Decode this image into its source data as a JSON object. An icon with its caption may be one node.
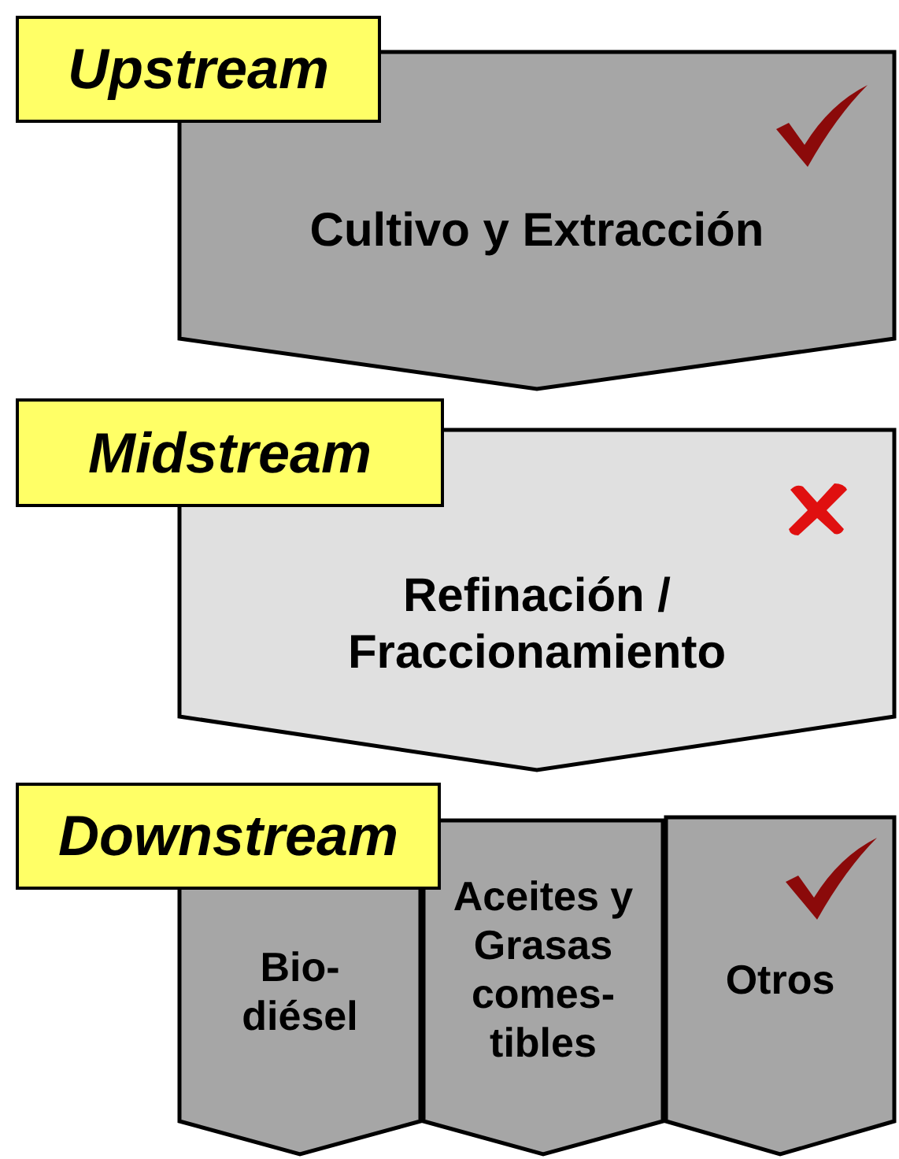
{
  "diagram": {
    "nodes": [
      {
        "text": [
          "Upstream"
        ]
      },
      {
        "text": [
          "Cultivo y Extracción"
        ]
      },
      {
        "text": [
          "Midstream"
        ]
      },
      {
        "text": [
          "Refinación / Fraccionamiento"
        ]
      },
      {
        "text": [
          "Downstream"
        ]
      },
      {
        "text": [
          "Bio- diésel"
        ]
      },
      {
        "text": [
          "Aceites y Grasas comes- tibles"
        ]
      },
      {
        "text": [
          "Otros"
        ]
      }
    ]
  }
}
